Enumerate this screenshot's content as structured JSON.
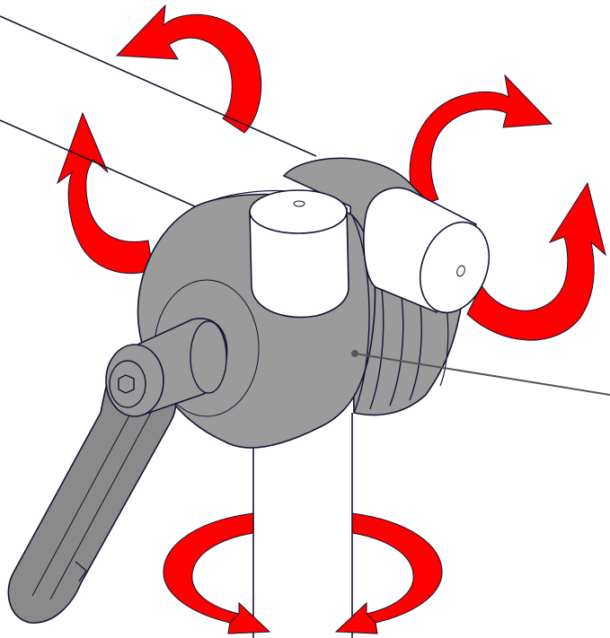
{
  "diagram": {
    "subject": "clamp-joint-with-cross-tube-and-adjustable-handle",
    "colors": {
      "background": "#ffffff",
      "clamp_body": "#9b9b9b",
      "clamp_body_shade": "#8a8a8a",
      "tube": "#ffffff",
      "outline": "#141432",
      "arrow": "#ff0000",
      "leader_line": "#555555"
    },
    "arrows": [
      {
        "name": "upper-tube-rotation-arrow",
        "direction": "counterclockwise"
      },
      {
        "name": "lower-tube-rotation-arrow",
        "direction": "clockwise"
      },
      {
        "name": "upper-stub-rotation-arrow",
        "direction": "clockwise"
      },
      {
        "name": "lower-stub-rotation-arrow",
        "direction": "counterclockwise"
      },
      {
        "name": "vertical-post-rotation-arrow",
        "direction": "around-vertical-axis"
      }
    ],
    "icons": [
      "hex-socket-icon",
      "lever-handle-icon"
    ]
  }
}
